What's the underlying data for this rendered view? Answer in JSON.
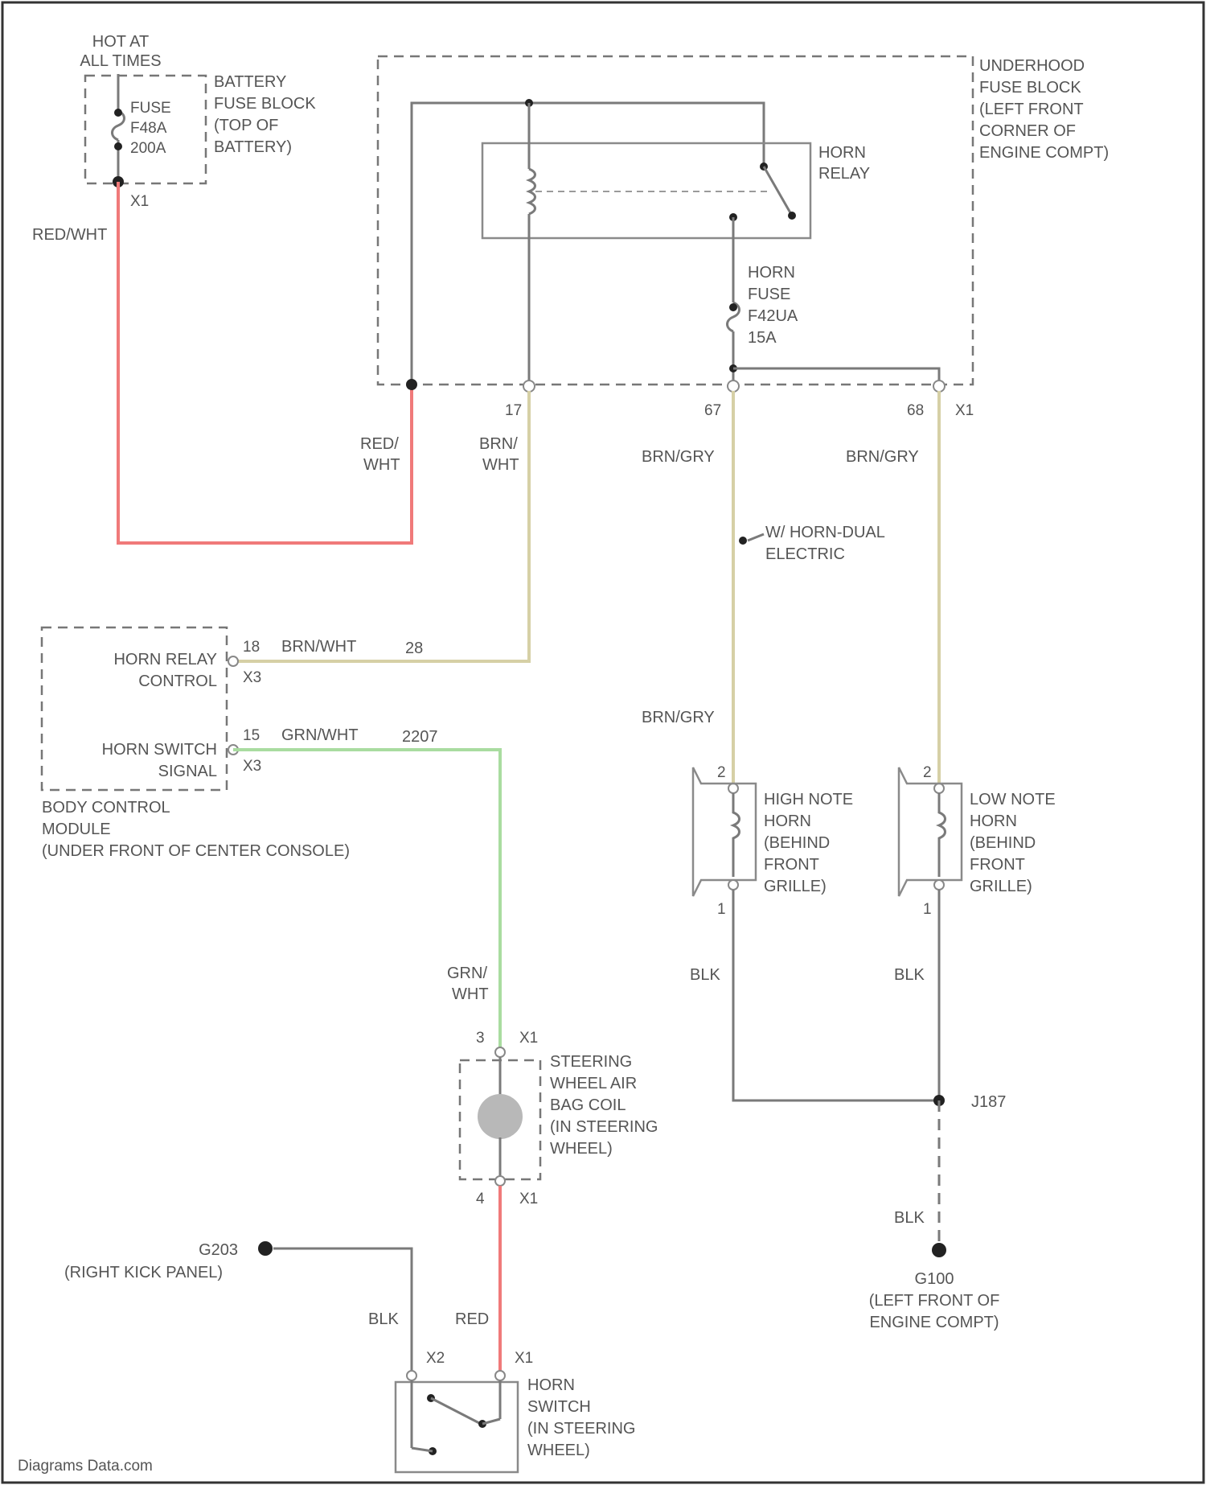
{
  "battery_fuse_block": {
    "hot_label": [
      "HOT AT",
      "ALL TIMES"
    ],
    "fuse": [
      "FUSE",
      "F48A",
      "200A"
    ],
    "name": [
      "BATTERY",
      "FUSE BLOCK",
      "(TOP OF",
      "BATTERY)"
    ],
    "connector": "X1"
  },
  "underhood_fuse_block": {
    "name": [
      "UNDERHOOD",
      "FUSE BLOCK",
      "(LEFT FRONT",
      "CORNER OF",
      "ENGINE COMPT)"
    ],
    "relay": [
      "HORN",
      "RELAY"
    ],
    "horn_fuse": [
      "HORN",
      "FUSE",
      "F42UA",
      "15A"
    ],
    "pins": [
      "17",
      "67",
      "68"
    ],
    "connector": "X1"
  },
  "wires": {
    "battery_feed": "RED/WHT",
    "relay_feed": [
      "RED/",
      "WHT"
    ],
    "relay_control": [
      "BRN/",
      "WHT"
    ],
    "horn_left_top": "BRN/GRY",
    "horn_right_top": "BRN/GRY",
    "horn_left_mid": "BRN/GRY",
    "option_note": [
      "W/ HORN-DUAL",
      "ELECTRIC"
    ],
    "horn_ground_left": "BLK",
    "horn_ground_right": "BLK",
    "splice_ground": "BLK",
    "coil_signal": [
      "GRN/",
      "WHT"
    ],
    "switch_ground": "BLK",
    "switch_feed": "RED"
  },
  "body_control_module": {
    "relay_control_label": [
      "HORN RELAY",
      "CONTROL"
    ],
    "switch_signal_label": [
      "HORN SWITCH",
      "SIGNAL"
    ],
    "relay_pin": "18",
    "relay_conn": "X3",
    "relay_wire": "BRN/WHT",
    "relay_circuit": "28",
    "switch_pin": "15",
    "switch_conn": "X3",
    "switch_wire": "GRN/WHT",
    "switch_circuit": "2207",
    "name": [
      "BODY CONTROL",
      "MODULE",
      "(UNDER FRONT OF CENTER CONSOLE)"
    ]
  },
  "horns": {
    "high_note": [
      "HIGH NOTE",
      "HORN",
      "(BEHIND",
      "FRONT",
      "GRILLE)"
    ],
    "low_note": [
      "LOW NOTE",
      "HORN",
      "(BEHIND",
      "FRONT",
      "GRILLE)"
    ],
    "pin_top": "2",
    "pin_bottom": "1"
  },
  "airbag_coil": {
    "name": [
      "STEERING",
      "WHEEL AIR",
      "BAG COIL",
      "(IN STEERING",
      "WHEEL)"
    ],
    "pin_top": "3",
    "conn_top": "X1",
    "pin_bottom": "4",
    "conn_bottom": "X1"
  },
  "horn_switch": {
    "name": [
      "HORN",
      "SWITCH",
      "(IN STEERING",
      "WHEEL)"
    ],
    "conn_left": "X2",
    "conn_right": "X1"
  },
  "grounds": {
    "g203": [
      "G203",
      "(RIGHT KICK PANEL)"
    ],
    "g100": [
      "G100",
      "(LEFT FRONT OF",
      "ENGINE COMPT)"
    ],
    "splice": "J187"
  },
  "watermark": "Diagrams Data.com"
}
